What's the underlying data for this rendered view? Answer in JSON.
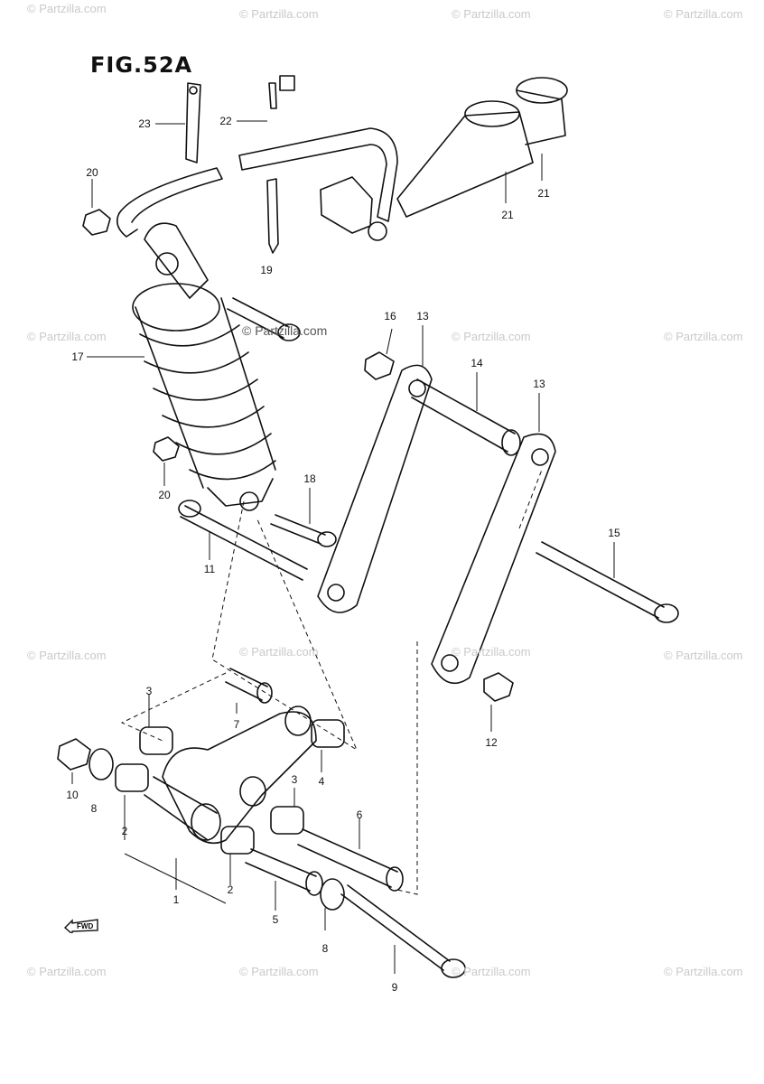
{
  "figure": {
    "title": "FIG.52A"
  },
  "watermark": "© Partzilla.com",
  "watermark_center": "© Partzilla.com",
  "fwd_label": "FWD",
  "callouts": [
    "23",
    "22",
    "20",
    "19",
    "21",
    "21",
    "16",
    "13",
    "14",
    "13",
    "17",
    "20",
    "18",
    "11",
    "15",
    "3",
    "7",
    "12",
    "10",
    "8",
    "4",
    "2",
    "3",
    "6",
    "1",
    "2",
    "5",
    "8",
    "9"
  ],
  "colors": {
    "ink": "#111111",
    "watermark": "#c9c9c9"
  }
}
